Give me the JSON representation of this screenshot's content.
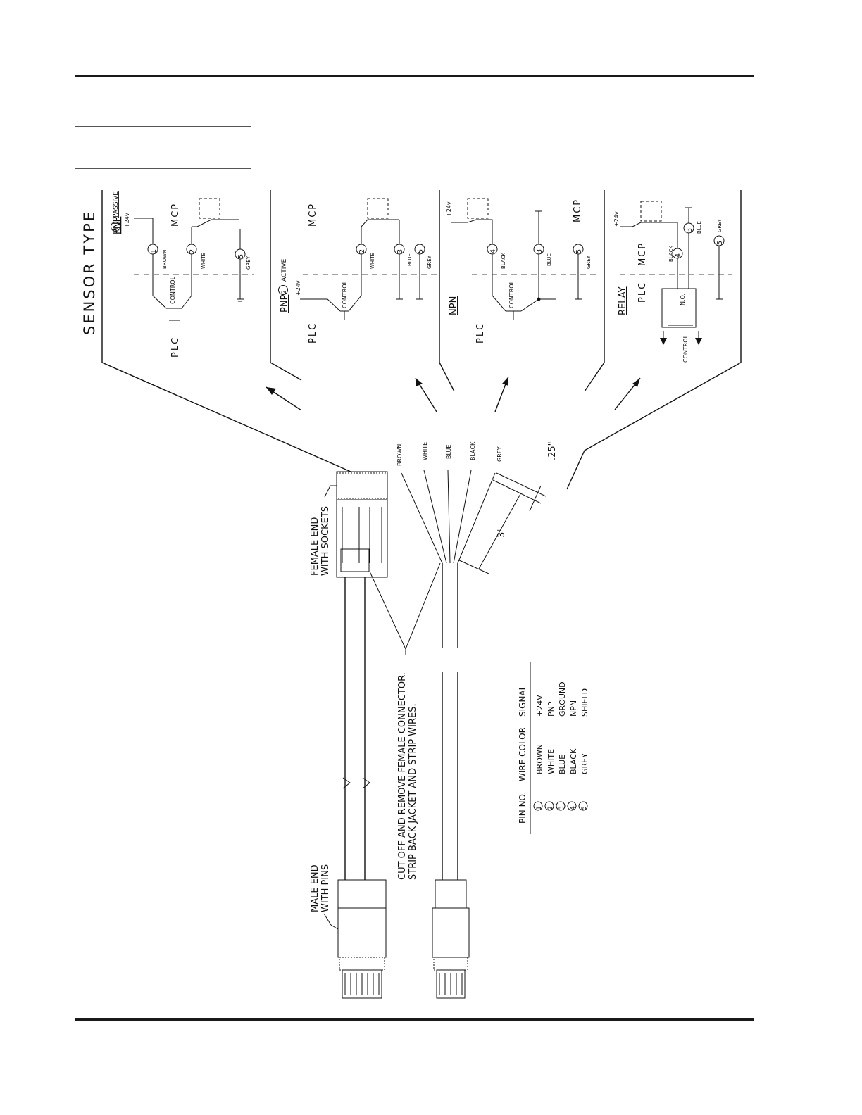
{
  "sensor_type_title": "SENSOR TYPE",
  "panels": [
    {
      "type_label": "PNP",
      "pin_number": "1",
      "sub_label": "PASSIVE",
      "side_a": "PLC",
      "side_b": "MCP",
      "control_label": "CONTROL",
      "supply": "+24v",
      "pins": [
        {
          "number": "1",
          "color": "BROWN"
        },
        {
          "number": "2",
          "color": "WHITE"
        },
        {
          "number": "5",
          "color": "GREY"
        }
      ]
    },
    {
      "type_label": "PNP",
      "pin_number": "2",
      "sub_label": "ACTIVE",
      "side_a": "PLC",
      "side_b": "MCP",
      "control_label": "CONTROL",
      "supply": "+24v",
      "pins": [
        {
          "number": "2",
          "color": "WHITE"
        },
        {
          "number": "3",
          "color": "BLUE"
        },
        {
          "number": "5",
          "color": "GREY"
        }
      ]
    },
    {
      "type_label": "NPN",
      "side_a": "PLC",
      "side_b": "MCP",
      "control_label": "CONTROL",
      "supply": "+24v",
      "pins": [
        {
          "number": "4",
          "color": "BLACK"
        },
        {
          "number": "3",
          "color": "BLUE"
        },
        {
          "number": "5",
          "color": "GREY"
        }
      ]
    },
    {
      "type_label": "RELAY",
      "side_a": "PLC",
      "side_b": "MCP",
      "control_label": "CONTROL",
      "contact_label": "N.O.",
      "supply": "+24v",
      "pins": [
        {
          "number": "4",
          "color": "BLACK"
        },
        {
          "number": "3",
          "color": "BLUE"
        },
        {
          "number": "5",
          "color": "GREY"
        }
      ]
    }
  ],
  "wires": [
    "BROWN",
    "WHITE",
    "BLUE",
    "BLACK",
    "GREY"
  ],
  "dimensions": {
    "strip_length": "3\"",
    "tip_length": ".25\""
  },
  "callouts": {
    "female_end": [
      "FEMALE END",
      "WITH SOCKETS"
    ],
    "male_end": [
      "MALE END",
      "WITH PINS"
    ],
    "instruction": [
      "CUT OFF AND REMOVE FEMALE CONNECTOR.",
      "STRIP BACK JACKET AND STRIP WIRES."
    ]
  },
  "pin_table": {
    "headers": [
      "PIN NO.",
      "WIRE COLOR",
      "SIGNAL"
    ],
    "rows": [
      {
        "pin": "1",
        "color": "BROWN",
        "signal": "+24V"
      },
      {
        "pin": "2",
        "color": "WHITE",
        "signal": "PNP"
      },
      {
        "pin": "3",
        "color": "BLUE",
        "signal": "GROUND"
      },
      {
        "pin": "4",
        "color": "BLACK",
        "signal": "NPN"
      },
      {
        "pin": "5",
        "color": "GREY",
        "signal": "SHIELD"
      }
    ]
  }
}
